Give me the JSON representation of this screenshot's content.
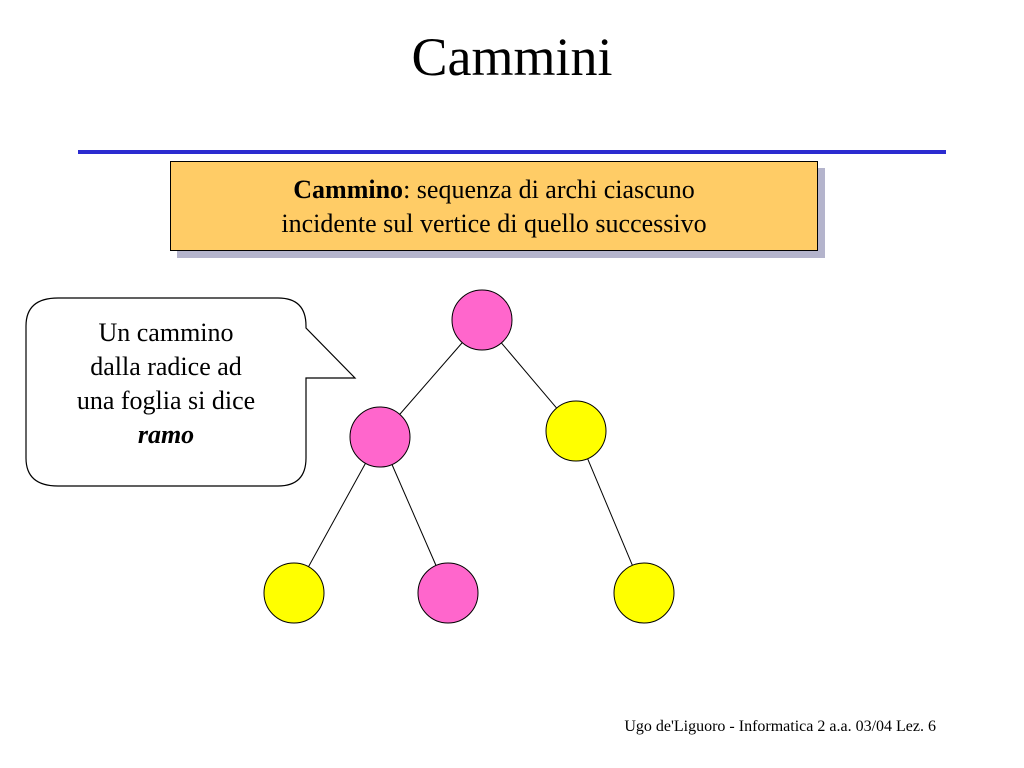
{
  "slide": {
    "title": "Cammini",
    "definition": {
      "term": "Cammino",
      "text_line1": ": sequenza di archi ciascuno",
      "text_line2": "incidente sul vertice di quello successivo"
    },
    "callout": {
      "line1": "Un cammino",
      "line2": "dalla radice ad",
      "line3": "una foglia si dice",
      "emphasis": "ramo"
    },
    "footer": "Ugo de'Liguoro - Informatica 2 a.a. 03/04 Lez. 6"
  },
  "colors": {
    "rule": "#2b2bd0",
    "box_fill": "#ffcc66",
    "highlighted_node": "#ff66cc",
    "other_node": "#ffff00"
  },
  "tree": {
    "nodes": [
      {
        "id": "root",
        "highlighted": true
      },
      {
        "id": "left-child",
        "highlighted": true
      },
      {
        "id": "right-child",
        "highlighted": false
      },
      {
        "id": "left-left-leaf",
        "highlighted": false
      },
      {
        "id": "left-right-leaf",
        "highlighted": true
      },
      {
        "id": "right-leaf",
        "highlighted": false
      }
    ],
    "edges": [
      [
        "root",
        "left-child"
      ],
      [
        "root",
        "right-child"
      ],
      [
        "left-child",
        "left-left-leaf"
      ],
      [
        "left-child",
        "left-right-leaf"
      ],
      [
        "right-child",
        "right-leaf"
      ]
    ]
  }
}
